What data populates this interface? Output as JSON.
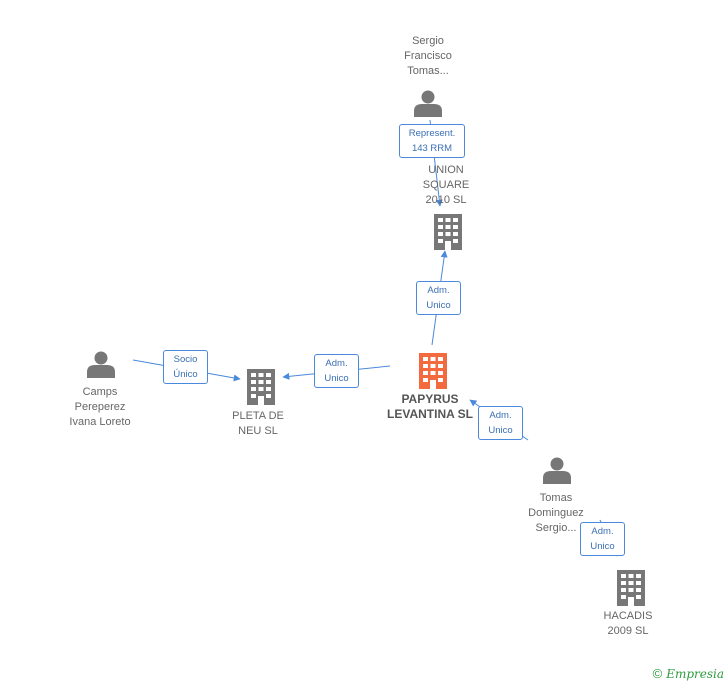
{
  "colors": {
    "edge": "#4a89dc",
    "node": "#777777",
    "focus": "#f26a3d"
  },
  "nodes": {
    "sergio": {
      "label": "Sergio\nFrancisco\nTomas...",
      "icon": "person-icon"
    },
    "union": {
      "label": "UNION\nSQUARE\n2010 SL",
      "icon": "building-icon"
    },
    "papyrus": {
      "label": "PAPYRUS\nLEVANTINA SL",
      "icon": "building-icon"
    },
    "pleta": {
      "label": "PLETA DE\nNEU SL",
      "icon": "building-icon"
    },
    "camps": {
      "label": "Camps\nPereperez\nIvana Loreto",
      "icon": "person-icon"
    },
    "tomas": {
      "label": "Tomas\nDominguez\nSergio...",
      "icon": "person-icon"
    },
    "hacadis": {
      "label": "HACADIS\n2009 SL",
      "icon": "building-icon"
    }
  },
  "edges": {
    "sergio_union": "Represent.\n143 RRM",
    "papyrus_union": "Adm.\nUnico",
    "papyrus_pleta": "Adm.\nUnico",
    "camps_pleta": "Socio\nÚnico",
    "tomas_papyrus": "Adm.\nUnico",
    "tomas_hacadis": "Adm.\nUnico"
  },
  "footer": {
    "copyright": "©",
    "brand": "Empresia"
  }
}
